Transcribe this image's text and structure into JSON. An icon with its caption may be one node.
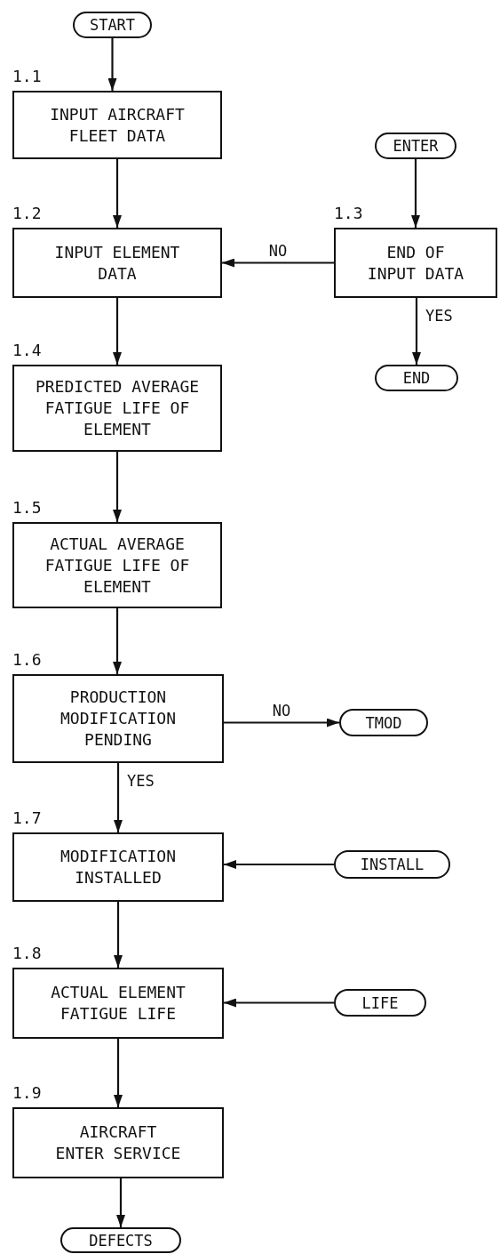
{
  "diagram": {
    "nodes": [
      {
        "text": [
          "START"
        ]
      },
      {
        "text": [
          "1.1",
          "INPUT AIRCRAFT FLEET DATA"
        ]
      },
      {
        "text": [
          "ENTER"
        ]
      },
      {
        "text": [
          "1.2",
          "INPUT ELEMENT DATA"
        ]
      },
      {
        "text": [
          "1.3",
          "END OF INPUT DATA"
        ]
      },
      {
        "text": [
          "END"
        ]
      },
      {
        "text": [
          "1.4",
          "PREDICTED AVERAGE FATIGUE LIFE OF ELEMENT"
        ]
      },
      {
        "text": [
          "1.5",
          "ACTUAL AVERAGE FATIGUE LIFE OF ELEMENT"
        ]
      },
      {
        "text": [
          "1.6",
          "PRODUCTION MODIFICATION PENDING"
        ]
      },
      {
        "text": [
          "TMOD"
        ]
      },
      {
        "text": [
          "1.7",
          "MODIFICATION INSTALLED"
        ]
      },
      {
        "text": [
          "INSTALL"
        ]
      },
      {
        "text": [
          "1.8",
          "ACTUAL ELEMENT FATIGUE LIFE"
        ]
      },
      {
        "text": [
          "LIFE"
        ]
      },
      {
        "text": [
          "1.9",
          "AIRCRAFT ENTER SERVICE"
        ]
      },
      {
        "text": [
          "DEFECTS"
        ]
      }
    ],
    "edges": [
      {
        "from": 0,
        "to": 1,
        "arrow": "to"
      },
      {
        "from": 1,
        "to": 3,
        "arrow": "to"
      },
      {
        "from": 2,
        "to": 4,
        "arrow": "to"
      },
      {
        "from": 4,
        "to": 3,
        "arrow": "to",
        "label": "NO"
      },
      {
        "from": 4,
        "to": 5,
        "arrow": "to",
        "label": "YES"
      },
      {
        "from": 3,
        "to": 6,
        "arrow": "to"
      },
      {
        "from": 6,
        "to": 7,
        "arrow": "to"
      },
      {
        "from": 7,
        "to": 8,
        "arrow": "to"
      },
      {
        "from": 8,
        "to": 9,
        "arrow": "to",
        "label": "NO"
      },
      {
        "from": 8,
        "to": 10,
        "arrow": "to",
        "label": "YES"
      },
      {
        "from": 11,
        "to": 10,
        "arrow": "to"
      },
      {
        "from": 10,
        "to": 12,
        "arrow": "to"
      },
      {
        "from": 13,
        "to": 12,
        "arrow": "to"
      },
      {
        "from": 12,
        "to": 14,
        "arrow": "to"
      },
      {
        "from": 14,
        "to": 15,
        "arrow": "to"
      }
    ]
  }
}
